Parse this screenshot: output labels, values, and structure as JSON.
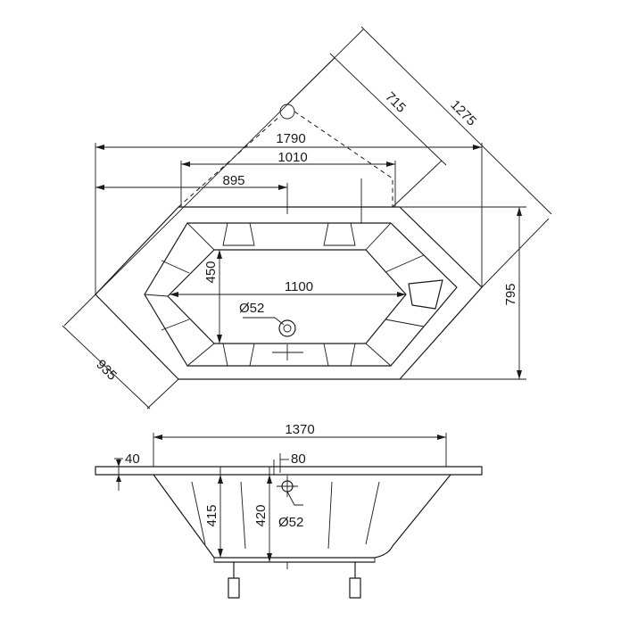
{
  "plan_view": {
    "dim_total_width": "1790",
    "dim_top_inner": "1010",
    "dim_to_drain": "895",
    "dim_inner_length": "1100",
    "dim_inner_width": "450",
    "dim_total_depth": "795",
    "dim_diag_short": "715",
    "dim_diag_long": "1275",
    "dim_diag_left": "935",
    "dim_drain_dia": "Ø52"
  },
  "side_view": {
    "dim_bottom_length": "1370",
    "dim_rim": "40",
    "dim_overflow_offset": "80",
    "dim_depth_a": "415",
    "dim_depth_b": "420",
    "dim_overflow_dia": "Ø52"
  }
}
